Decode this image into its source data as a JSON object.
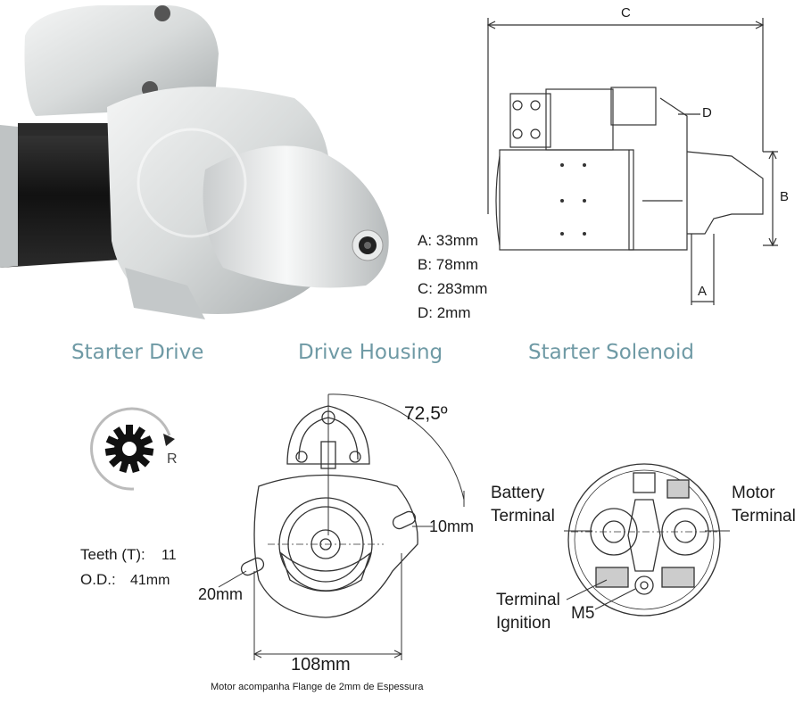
{
  "dimensions": [
    {
      "key": "A",
      "value": "A: 33mm"
    },
    {
      "key": "B",
      "value": "B: 78mm"
    },
    {
      "key": "C",
      "value": "C: 283mm"
    },
    {
      "key": "D",
      "value": "D: 2mm"
    }
  ],
  "dim_letters": {
    "a": "A",
    "b": "B",
    "c": "C",
    "d": "D"
  },
  "section_labels": {
    "starter_drive": "Starter Drive",
    "drive_housing": "Drive Housing",
    "starter_solenoid": "Starter Solenoid"
  },
  "gear": {
    "rotation": "R",
    "teeth": "Teeth (T):",
    "teeth_value": "11",
    "od": "O.D.:",
    "od_value": "41mm"
  },
  "housing": {
    "angle": "72,5º",
    "hole_right": "10mm",
    "hole_left": "20mm",
    "width": "108mm",
    "note": "Motor acompanha Flange de 2mm de Espessura"
  },
  "solenoid": {
    "battery": "Battery\nTerminal",
    "motor": "Motor\nTerminal",
    "ignition": "Terminal\nIgnition",
    "m5": "M5"
  },
  "colors": {
    "section_label": "#6f9aa5",
    "motor_body": "#1c1c1c",
    "housing": "#d9dcdc"
  }
}
